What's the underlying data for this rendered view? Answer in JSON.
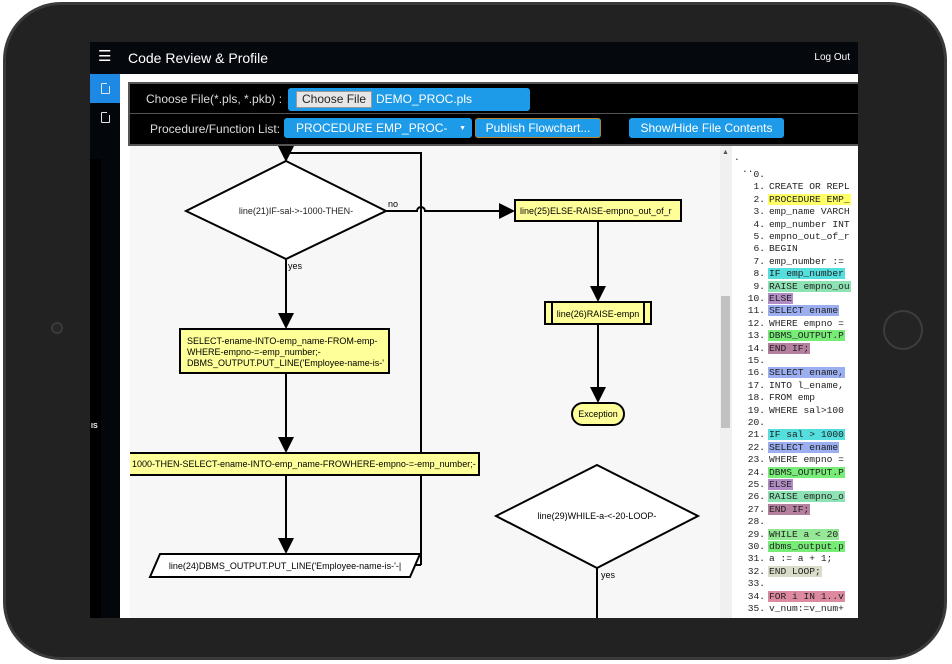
{
  "header": {
    "title": "Code Review & Profile",
    "logout": "Log Out",
    "menu_icon": "hamburger-icon"
  },
  "sidebar": {
    "items": [
      {
        "icon": "file-icon",
        "active": true
      },
      {
        "icon": "file-icon",
        "active": false
      }
    ],
    "partial_text": "IS"
  },
  "form": {
    "file_label": "Choose File(*.pls, *.pkb) :",
    "choose_button": "Choose File",
    "file_name": "DEMO_PROC.pls",
    "proc_label": "Procedure/Function List:",
    "proc_selected": "PROCEDURE EMP_PROC-",
    "publish_button": "Publish Flowchart...",
    "toggle_button": "Show/Hide File Contents"
  },
  "flowchart": {
    "decision1": "line(21)IF-sal->-1000-THEN-",
    "no_label": "no",
    "yes_label": "yes",
    "process1": [
      "SELECT-ename-INTO-emp_name-FROM-emp-",
      "WHERE-empno-=-emp_number;-",
      "DBMS_OUTPUT.PUT_LINE('Employee-name-is-'"
    ],
    "process2": "1000-THEN-SELECT-ename-INTO-emp_name-FROWHERE-empno-=-emp_number;-",
    "io1": "line(24)DBMS_OUTPUT.PUT_LINE('Employee-name-is-'-|",
    "process3": "line(25)ELSE-RAISE-empno_out_of_r",
    "subprocess1": "line(26)RAISE-empn",
    "terminator": "Exception",
    "decision2": "line(29)WHILE-a-<-20-LOOP-",
    "yes_label2": "yes",
    "colors": {
      "process": "#ffff99",
      "decision": "#ffffff",
      "background": "#f7f7f7"
    }
  },
  "code": {
    "header": [
      ".",
      ".."
    ],
    "lines": [
      {
        "n": "0.",
        "t": "",
        "c": ""
      },
      {
        "n": "1.",
        "t": "CREATE OR REPL",
        "c": ""
      },
      {
        "n": "2.",
        "t": "PROCEDURE EMP_",
        "c": "#ffff66"
      },
      {
        "n": "3.",
        "t": "emp_name VARCH",
        "c": ""
      },
      {
        "n": "4.",
        "t": "emp_number INT",
        "c": ""
      },
      {
        "n": "5.",
        "t": "empno_out_of_r",
        "c": ""
      },
      {
        "n": "6.",
        "t": "BEGIN",
        "c": ""
      },
      {
        "n": "7.",
        "t": "emp_number :=",
        "c": ""
      },
      {
        "n": "8.",
        "t": "IF emp_number",
        "c": "#55dede"
      },
      {
        "n": "9.",
        "t": "RAISE empno_ou",
        "c": "#8ee3b4"
      },
      {
        "n": "10.",
        "t": "ELSE",
        "c": "#b28cc4"
      },
      {
        "n": "11.",
        "t": "SELECT ename",
        "c": "#9aaef0"
      },
      {
        "n": "12.",
        "t": "WHERE empno =",
        "c": ""
      },
      {
        "n": "13.",
        "t": "DBMS_OUTPUT.P",
        "c": "#77ec77"
      },
      {
        "n": "14.",
        "t": "END IF;",
        "c": "#b57f9e"
      },
      {
        "n": "15.",
        "t": "",
        "c": ""
      },
      {
        "n": "16.",
        "t": "SELECT ename,",
        "c": "#9aaef0"
      },
      {
        "n": "17.",
        "t": "INTO l_ename,",
        "c": ""
      },
      {
        "n": "18.",
        "t": "FROM emp",
        "c": ""
      },
      {
        "n": "19.",
        "t": "WHERE sal>100",
        "c": ""
      },
      {
        "n": "20.",
        "t": "",
        "c": ""
      },
      {
        "n": "21.",
        "t": "IF sal > 1000",
        "c": "#55dede"
      },
      {
        "n": "22.",
        "t": "SELECT ename",
        "c": "#9aaef0"
      },
      {
        "n": "23.",
        "t": "WHERE empno =",
        "c": ""
      },
      {
        "n": "24.",
        "t": "DBMS_OUTPUT.P",
        "c": "#77ec77"
      },
      {
        "n": "25.",
        "t": "ELSE",
        "c": "#b28cc4"
      },
      {
        "n": "26.",
        "t": "RAISE empno_o",
        "c": "#8ee3b4"
      },
      {
        "n": "27.",
        "t": "END IF;",
        "c": "#b57f9e"
      },
      {
        "n": "28.",
        "t": "",
        "c": ""
      },
      {
        "n": "29.",
        "t": "WHILE a < 20",
        "c": "#95e895"
      },
      {
        "n": "30.",
        "t": "dbms_output.p",
        "c": "#77ec77"
      },
      {
        "n": "31.",
        "t": "a := a + 1;",
        "c": ""
      },
      {
        "n": "32.",
        "t": "END LOOP;",
        "c": "#d8dcc8"
      },
      {
        "n": "33.",
        "t": "",
        "c": ""
      },
      {
        "n": "34.",
        "t": "FOR i IN 1..v",
        "c": "#dd8aa0"
      },
      {
        "n": "35.",
        "t": "v_num:=v_num+",
        "c": ""
      }
    ]
  }
}
